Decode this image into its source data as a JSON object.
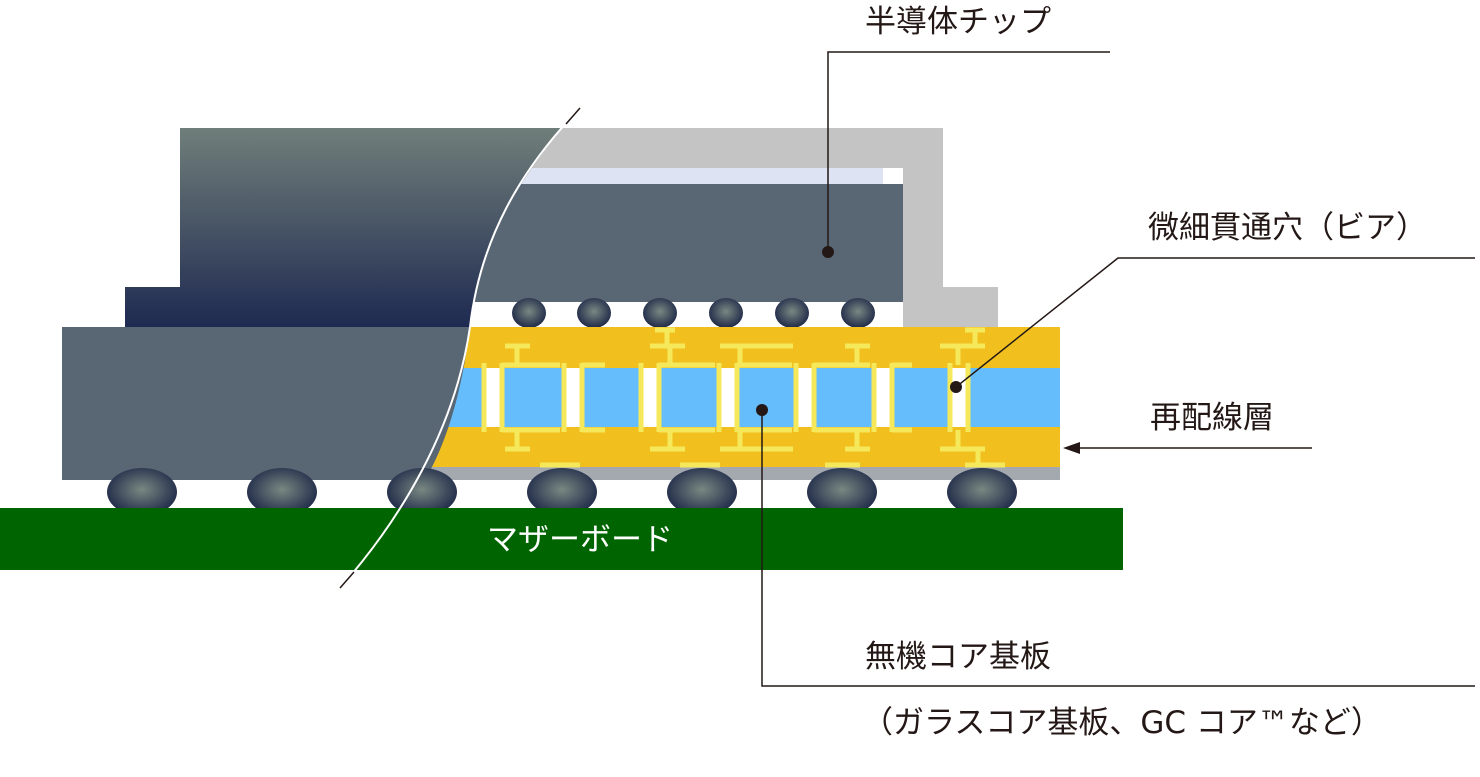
{
  "labels": {
    "chip": "半導体チップ",
    "via": "微細貫通穴（ビア）",
    "rdl": "再配線層",
    "core": "無機コア基板",
    "core_examples": "（ガラスコア基板、GC コア™など）",
    "motherboard": "マザーボード"
  },
  "colors": {
    "motherboard": "#006400",
    "core": "#66bdfc",
    "rdl": "#f2c01e",
    "wiring": "#f5e85a",
    "chip": "#596673",
    "lid": "#c4c4c4",
    "leader": "#231815"
  }
}
